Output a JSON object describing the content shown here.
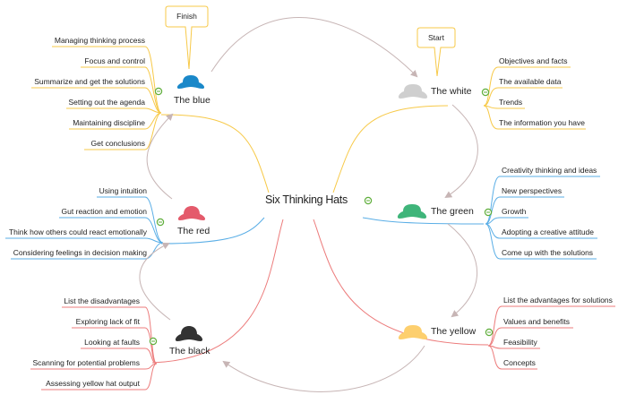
{
  "central": {
    "title": "Six Thinking Hats"
  },
  "callouts": {
    "finish": "Finish",
    "start": "Start"
  },
  "colors": {
    "blue_hat": "#1a88c9",
    "white_hat": "#cfcfcf",
    "red_hat": "#e45a6b",
    "green_hat": "#3fb57a",
    "black_hat": "#333333",
    "yellow_hat": "#fdcf6e",
    "yellow_line": "#f7c948",
    "blue_line": "#5aaee6",
    "red_line": "#ec7b7b",
    "arrow": "#c7b5b5",
    "collapse": "#5fae3b"
  },
  "hats": {
    "blue": {
      "label": "The blue",
      "items": [
        "Managing thinking process",
        "Focus and control",
        "Summarize and get the solutions",
        "Setting out the agenda",
        "Maintaining discipline",
        "Get conclusions"
      ]
    },
    "white": {
      "label": "The white",
      "items": [
        "Objectives and facts",
        "The available data",
        "Trends",
        "The information you have"
      ]
    },
    "red": {
      "label": "The red",
      "items": [
        "Using intuition",
        "Gut reaction and emotion",
        "Think how others could react emotionally",
        "Considering feelings in decision making"
      ]
    },
    "green": {
      "label": "The green",
      "items": [
        "Creativity thinking and ideas",
        "New perspectives",
        "Growth",
        "Adopting a creative attitude",
        "Come up with the solutions"
      ]
    },
    "black": {
      "label": "The black",
      "items": [
        "List the disadvantages",
        "Exploring lack of fit",
        "Looking at faults",
        "Scanning for potential problems",
        "Assessing yellow hat output"
      ]
    },
    "yellow": {
      "label": "The yellow",
      "items": [
        "List the advantages for solutions",
        "Values and benefits",
        "Feasibility",
        "Concepts"
      ]
    }
  }
}
